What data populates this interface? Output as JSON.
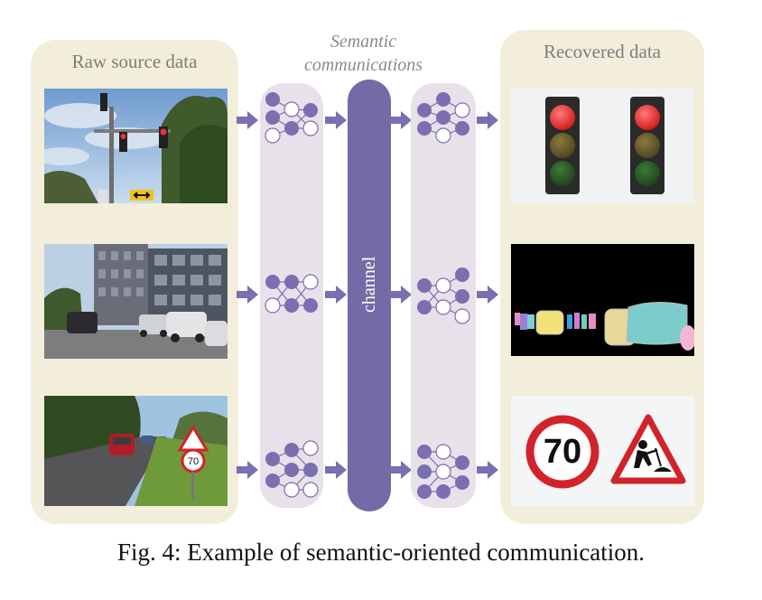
{
  "left_panel": {
    "title": "Raw source data"
  },
  "right_panel": {
    "title": "Recovered data"
  },
  "middle": {
    "title": "Semantic communications",
    "channel_label": "channel"
  },
  "rows": [
    {
      "source": "traffic-light-street-photo",
      "recovered": "traffic-lights-icons"
    },
    {
      "source": "city-street-cars-photo",
      "recovered": "segmentation-mask"
    },
    {
      "source": "country-road-signs-photo",
      "recovered": "road-signs-icons",
      "sign_text": "70"
    }
  ],
  "colors": {
    "panel_bg": "#f3eedb",
    "nn_bg": "#e9e1ea",
    "channel": "#746aa6",
    "arrow": "#7a6fb0"
  },
  "caption": "Fig. 4: Example of semantic-oriented communication."
}
